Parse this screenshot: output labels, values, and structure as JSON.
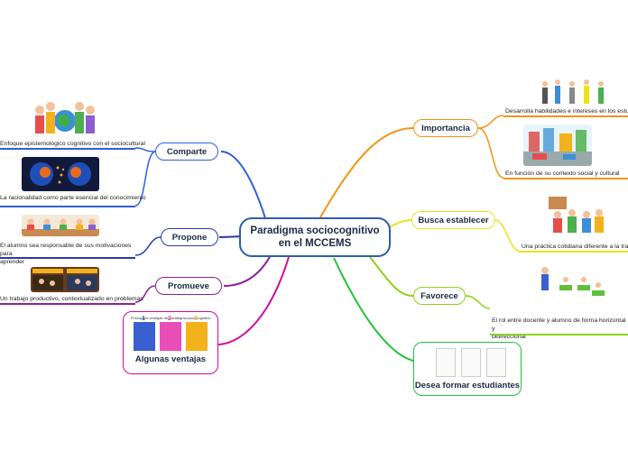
{
  "central": {
    "title": "Paradigma sociocognitivo en el MCCEMS"
  },
  "left": {
    "comparte": {
      "label": "Comparte",
      "color": "#2f5fd6",
      "leaves": [
        "Enfoque epistemológico cognitivo con el sociocultural",
        "La racionalidad como parte esencial del conocimiento"
      ]
    },
    "propone": {
      "label": "Propone",
      "color": "#2b3aa8",
      "leaves": [
        "El alumno sea responsable de sus motivaciones para\naprender"
      ]
    },
    "promueve": {
      "label": "Promueve",
      "color": "#8a1f9c",
      "leaves": [
        "Un trabajo productivo, contextualizado en problemas"
      ]
    },
    "ventajas": {
      "label": "Algunas ventajas",
      "color": "#d10a9a",
      "thumb_title": "Principales ventajas del paradigma sociocognitivo",
      "columns": [
        "1",
        "2",
        "3"
      ]
    }
  },
  "right": {
    "importancia": {
      "label": "Importancia",
      "color": "#f29416",
      "leaves": [
        "Desarrolla habilidades e intereses en los estudiantes",
        "En función de su contexto social y cultural"
      ]
    },
    "busca": {
      "label": "Busca establecer",
      "color": "#e8e41a",
      "leaves": [
        "Una práctica cotidiana diferente a la tradicional"
      ]
    },
    "favorece": {
      "label": "Favorece",
      "color": "#8fd11c",
      "leaves": [
        "El rol entre docente y alumno de forma horizontal y\nbidireccional"
      ]
    },
    "desea": {
      "label": "Desea formar estudiantes",
      "color": "#22c23a"
    }
  }
}
